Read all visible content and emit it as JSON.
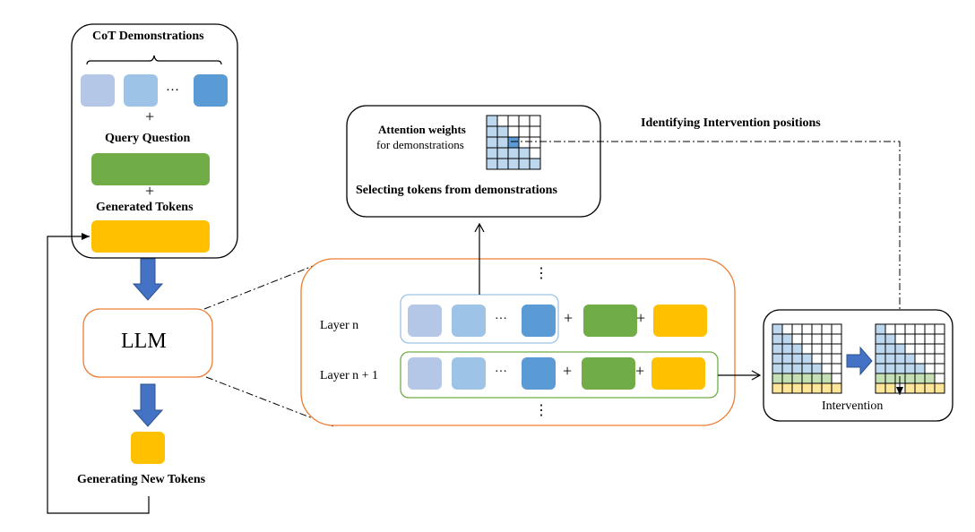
{
  "colors": {
    "token_light": "#b4c7e7",
    "token_mid": "#9dc3e6",
    "token_dark": "#5b9bd5",
    "question_green": "#70ad47",
    "generated_yellow": "#ffc000",
    "llm_border": "#ed7d31",
    "layer_n_border": "#9dc3e6",
    "layer_n1_border": "#70ad47",
    "arrow_blue": "#4472c4",
    "grid_blue": "#bdd7ee",
    "grid_highlight": "#5b9bd5",
    "grid_green": "#c5e0b4",
    "grid_yellow": "#ffe699"
  },
  "input_box": {
    "title": "CoT Demonstrations",
    "ellipsis": "…",
    "plus1": "+",
    "query_label": "Query Question",
    "plus2": "+",
    "generated_label": "Generated Tokens"
  },
  "llm": {
    "label": "LLM"
  },
  "output": {
    "label": "Generating New Tokens"
  },
  "attention_box": {
    "line1": "Attention weights",
    "line2": "for demonstrations",
    "caption": "Selecting tokens from demonstrations",
    "grid": {
      "rows": 5,
      "cols": 5,
      "cells": [
        [
          "b",
          "w",
          "w",
          "w",
          "w"
        ],
        [
          "b",
          "b",
          "w",
          "w",
          "w"
        ],
        [
          "b",
          "b",
          "h",
          "w",
          "w"
        ],
        [
          "b",
          "b",
          "b",
          "b",
          "w"
        ],
        [
          "b",
          "b",
          "b",
          "b",
          "b"
        ]
      ]
    }
  },
  "identify_label": "Identifying Intervention positions",
  "layers": {
    "top_dots": "⋮",
    "bottom_dots": "⋮",
    "layer_n": "Layer n",
    "layer_n1": "Layer n + 1",
    "ellipsis": "…",
    "plus": "+"
  },
  "intervention": {
    "label": "Intervention",
    "before": [
      [
        "b",
        "w",
        "w",
        "w",
        "w",
        "w",
        "w"
      ],
      [
        "b",
        "b",
        "w",
        "w",
        "w",
        "w",
        "w"
      ],
      [
        "b",
        "b",
        "b",
        "w",
        "w",
        "w",
        "w"
      ],
      [
        "b",
        "b",
        "b",
        "b",
        "w",
        "w",
        "w"
      ],
      [
        "b",
        "b",
        "b",
        "b",
        "b",
        "w",
        "w"
      ],
      [
        "g",
        "g",
        "g",
        "g",
        "g",
        "g",
        "w"
      ],
      [
        "y",
        "y",
        "y",
        "y",
        "y",
        "y",
        "y"
      ]
    ],
    "after": [
      [
        "b",
        "w",
        "w",
        "w",
        "w",
        "w",
        "w"
      ],
      [
        "b",
        "b",
        "w",
        "w",
        "w",
        "w",
        "w"
      ],
      [
        "b",
        "b",
        "b",
        "w",
        "w",
        "w",
        "w"
      ],
      [
        "b",
        "b",
        "b",
        "b",
        "w",
        "w",
        "w"
      ],
      [
        "b",
        "b",
        "b",
        "b",
        "b",
        "w",
        "w"
      ],
      [
        "g",
        "g",
        "g",
        "g",
        "g",
        "g",
        "w"
      ],
      [
        "y",
        "y",
        "w",
        "y",
        "y",
        "y",
        "y"
      ]
    ]
  }
}
